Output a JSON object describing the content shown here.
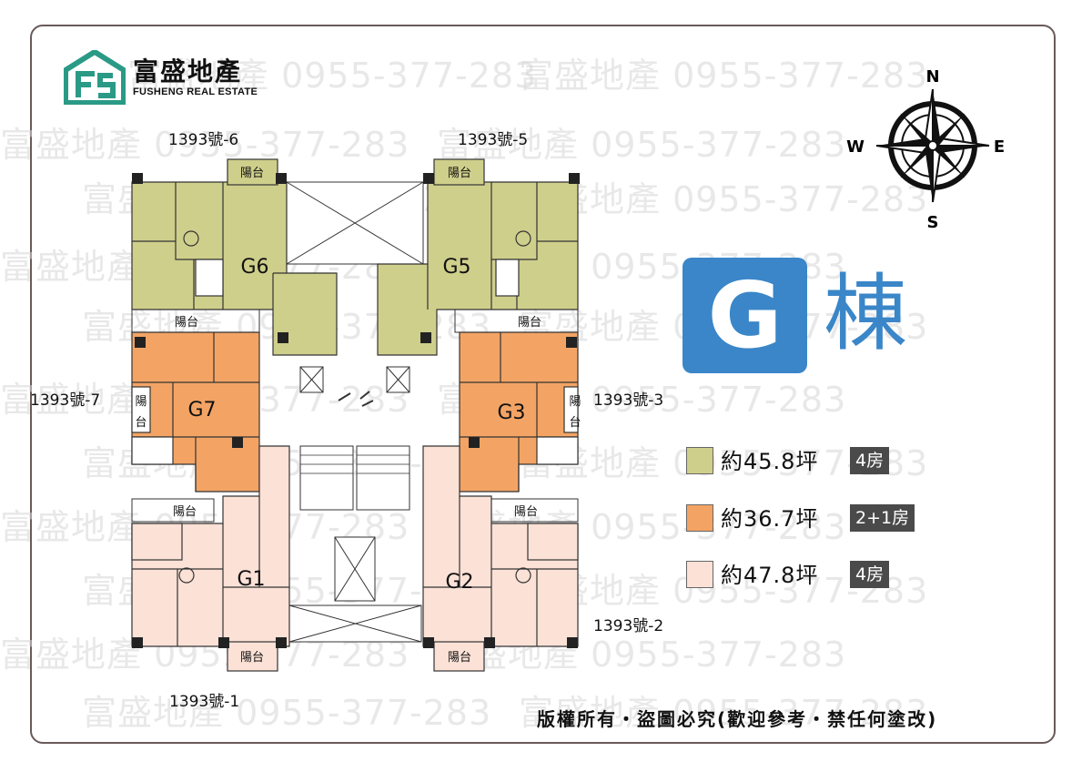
{
  "watermark_text": "富盛地產 0955-377-283",
  "logo": {
    "name_cn": "富盛地產",
    "name_en": "FUSHENG REAL ESTATE",
    "brand_color": "#2a9a86"
  },
  "compass": {
    "north": "N",
    "south": "S",
    "east": "E",
    "west": "W"
  },
  "building": {
    "letter": "G",
    "suffix": "棟",
    "badge_color": "#3a86c8"
  },
  "unit_numbers": {
    "g6": "1393號-6",
    "g5": "1393號-5",
    "g7": "1393號-7",
    "g3": "1393號-3",
    "g2": "1393號-2",
    "g1": "1393號-1"
  },
  "units": {
    "g6": "G6",
    "g5": "G5",
    "g7": "G7",
    "g3": "G3",
    "g1": "G1",
    "g2": "G2"
  },
  "balcony_label": "陽台",
  "balcony_label_top": "陽",
  "balcony_label_bottom": "台",
  "legend": [
    {
      "color": "#cfcf8c",
      "area": "約45.8坪",
      "rooms": "4房"
    },
    {
      "color": "#f3a464",
      "area": "約36.7坪",
      "rooms": "2+1房"
    },
    {
      "color": "#fbe1d6",
      "area": "約47.8坪",
      "rooms": "4房"
    }
  ],
  "copyright": "版權所有・盜圖必究(歡迎參考・禁任何塗改)"
}
